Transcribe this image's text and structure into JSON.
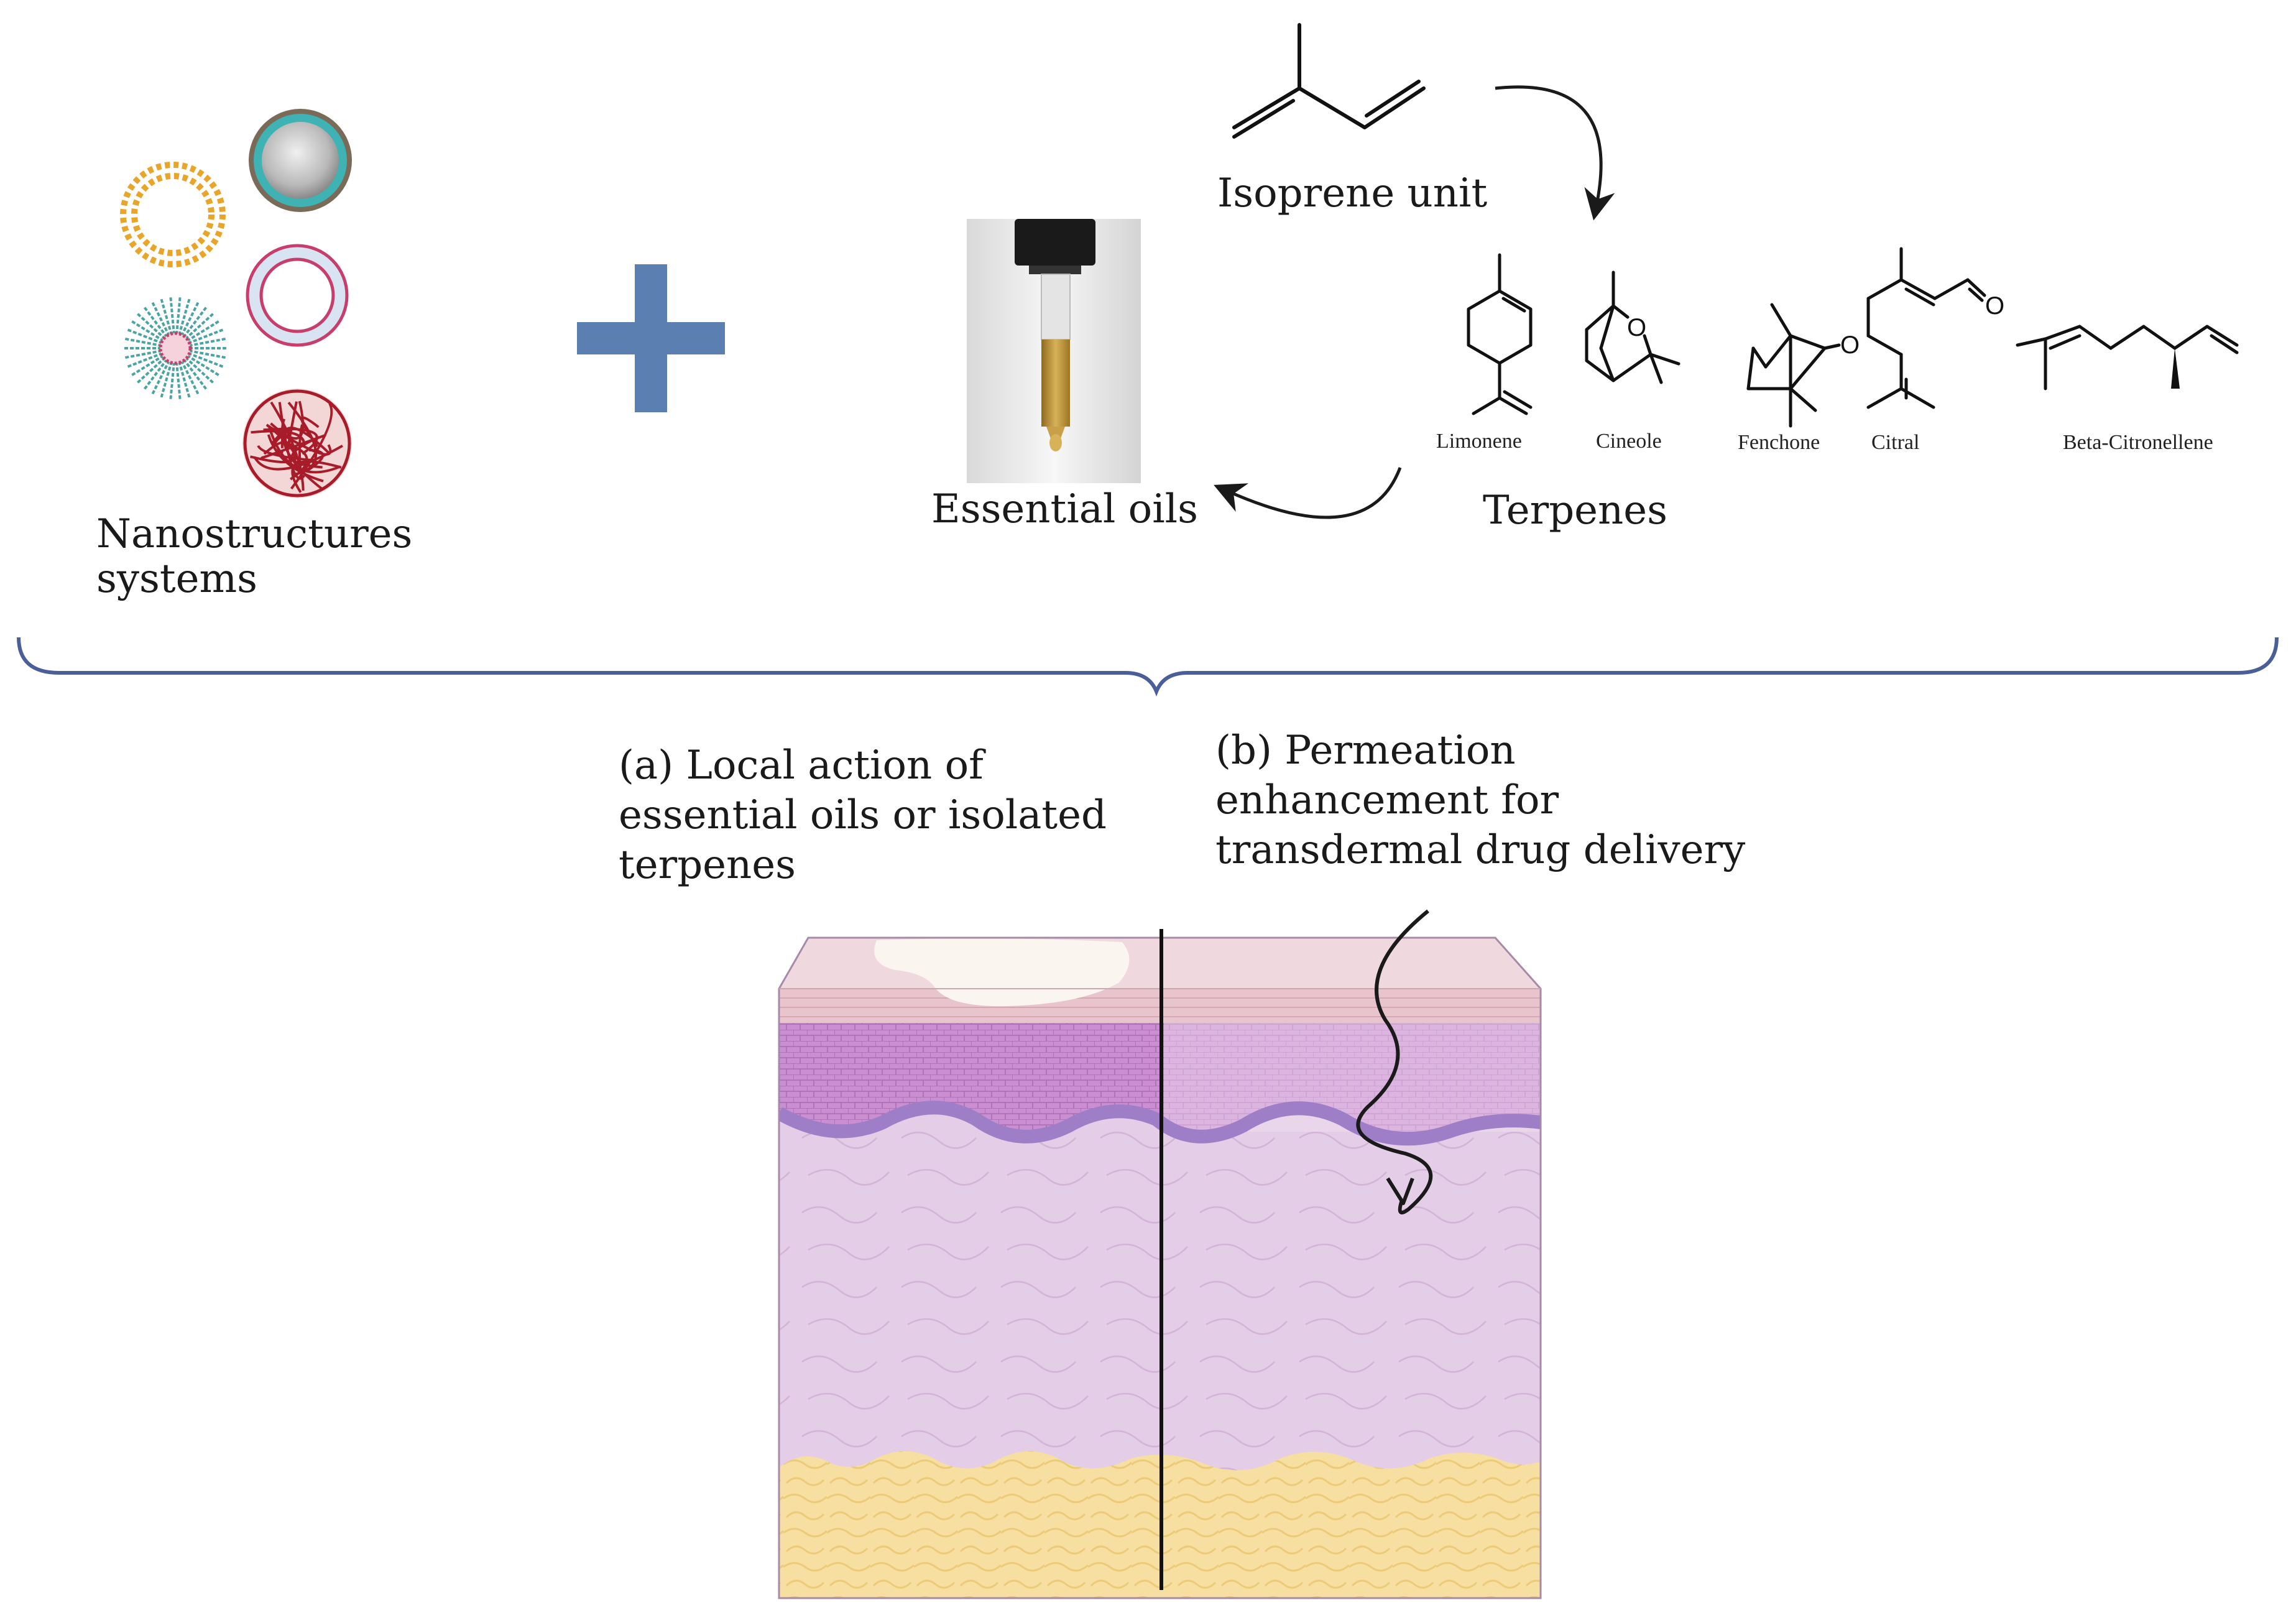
{
  "labels": {
    "nanostructures_line1": "Nanostructures",
    "nanostructures_line2": "systems",
    "isoprene": "Isoprene unit",
    "essential_oils": "Essential oils",
    "terpenes": "Terpenes",
    "action_a": [
      "(a) Local action of",
      "essential oils or isolated",
      "terpenes"
    ],
    "action_b": [
      "(b) Permeation",
      "enhancement for",
      "transdermal drug delivery"
    ]
  },
  "terpene_molecules": [
    "Limonene",
    "Cineole",
    "Fenchone",
    "Citral",
    "Beta-Citronellene"
  ],
  "atoms": {
    "oxygen": "O"
  },
  "colors": {
    "plus": "#5b7fb0",
    "brace": "#4a5f9a",
    "liposome_yellow": "#e8a52a",
    "liposome_pink": "#c83d6a",
    "micelle_teal": "#4ba3a3",
    "nanogel_red": "#a81c2a",
    "oil_amber": "#c9a04a",
    "stratum_corneum": "#e8c4cc",
    "epidermis": "#c98fd0",
    "basal_layer": "#9e7fc7",
    "dermis": "#e4cde6",
    "hypodermis": "#f6dfa0"
  }
}
